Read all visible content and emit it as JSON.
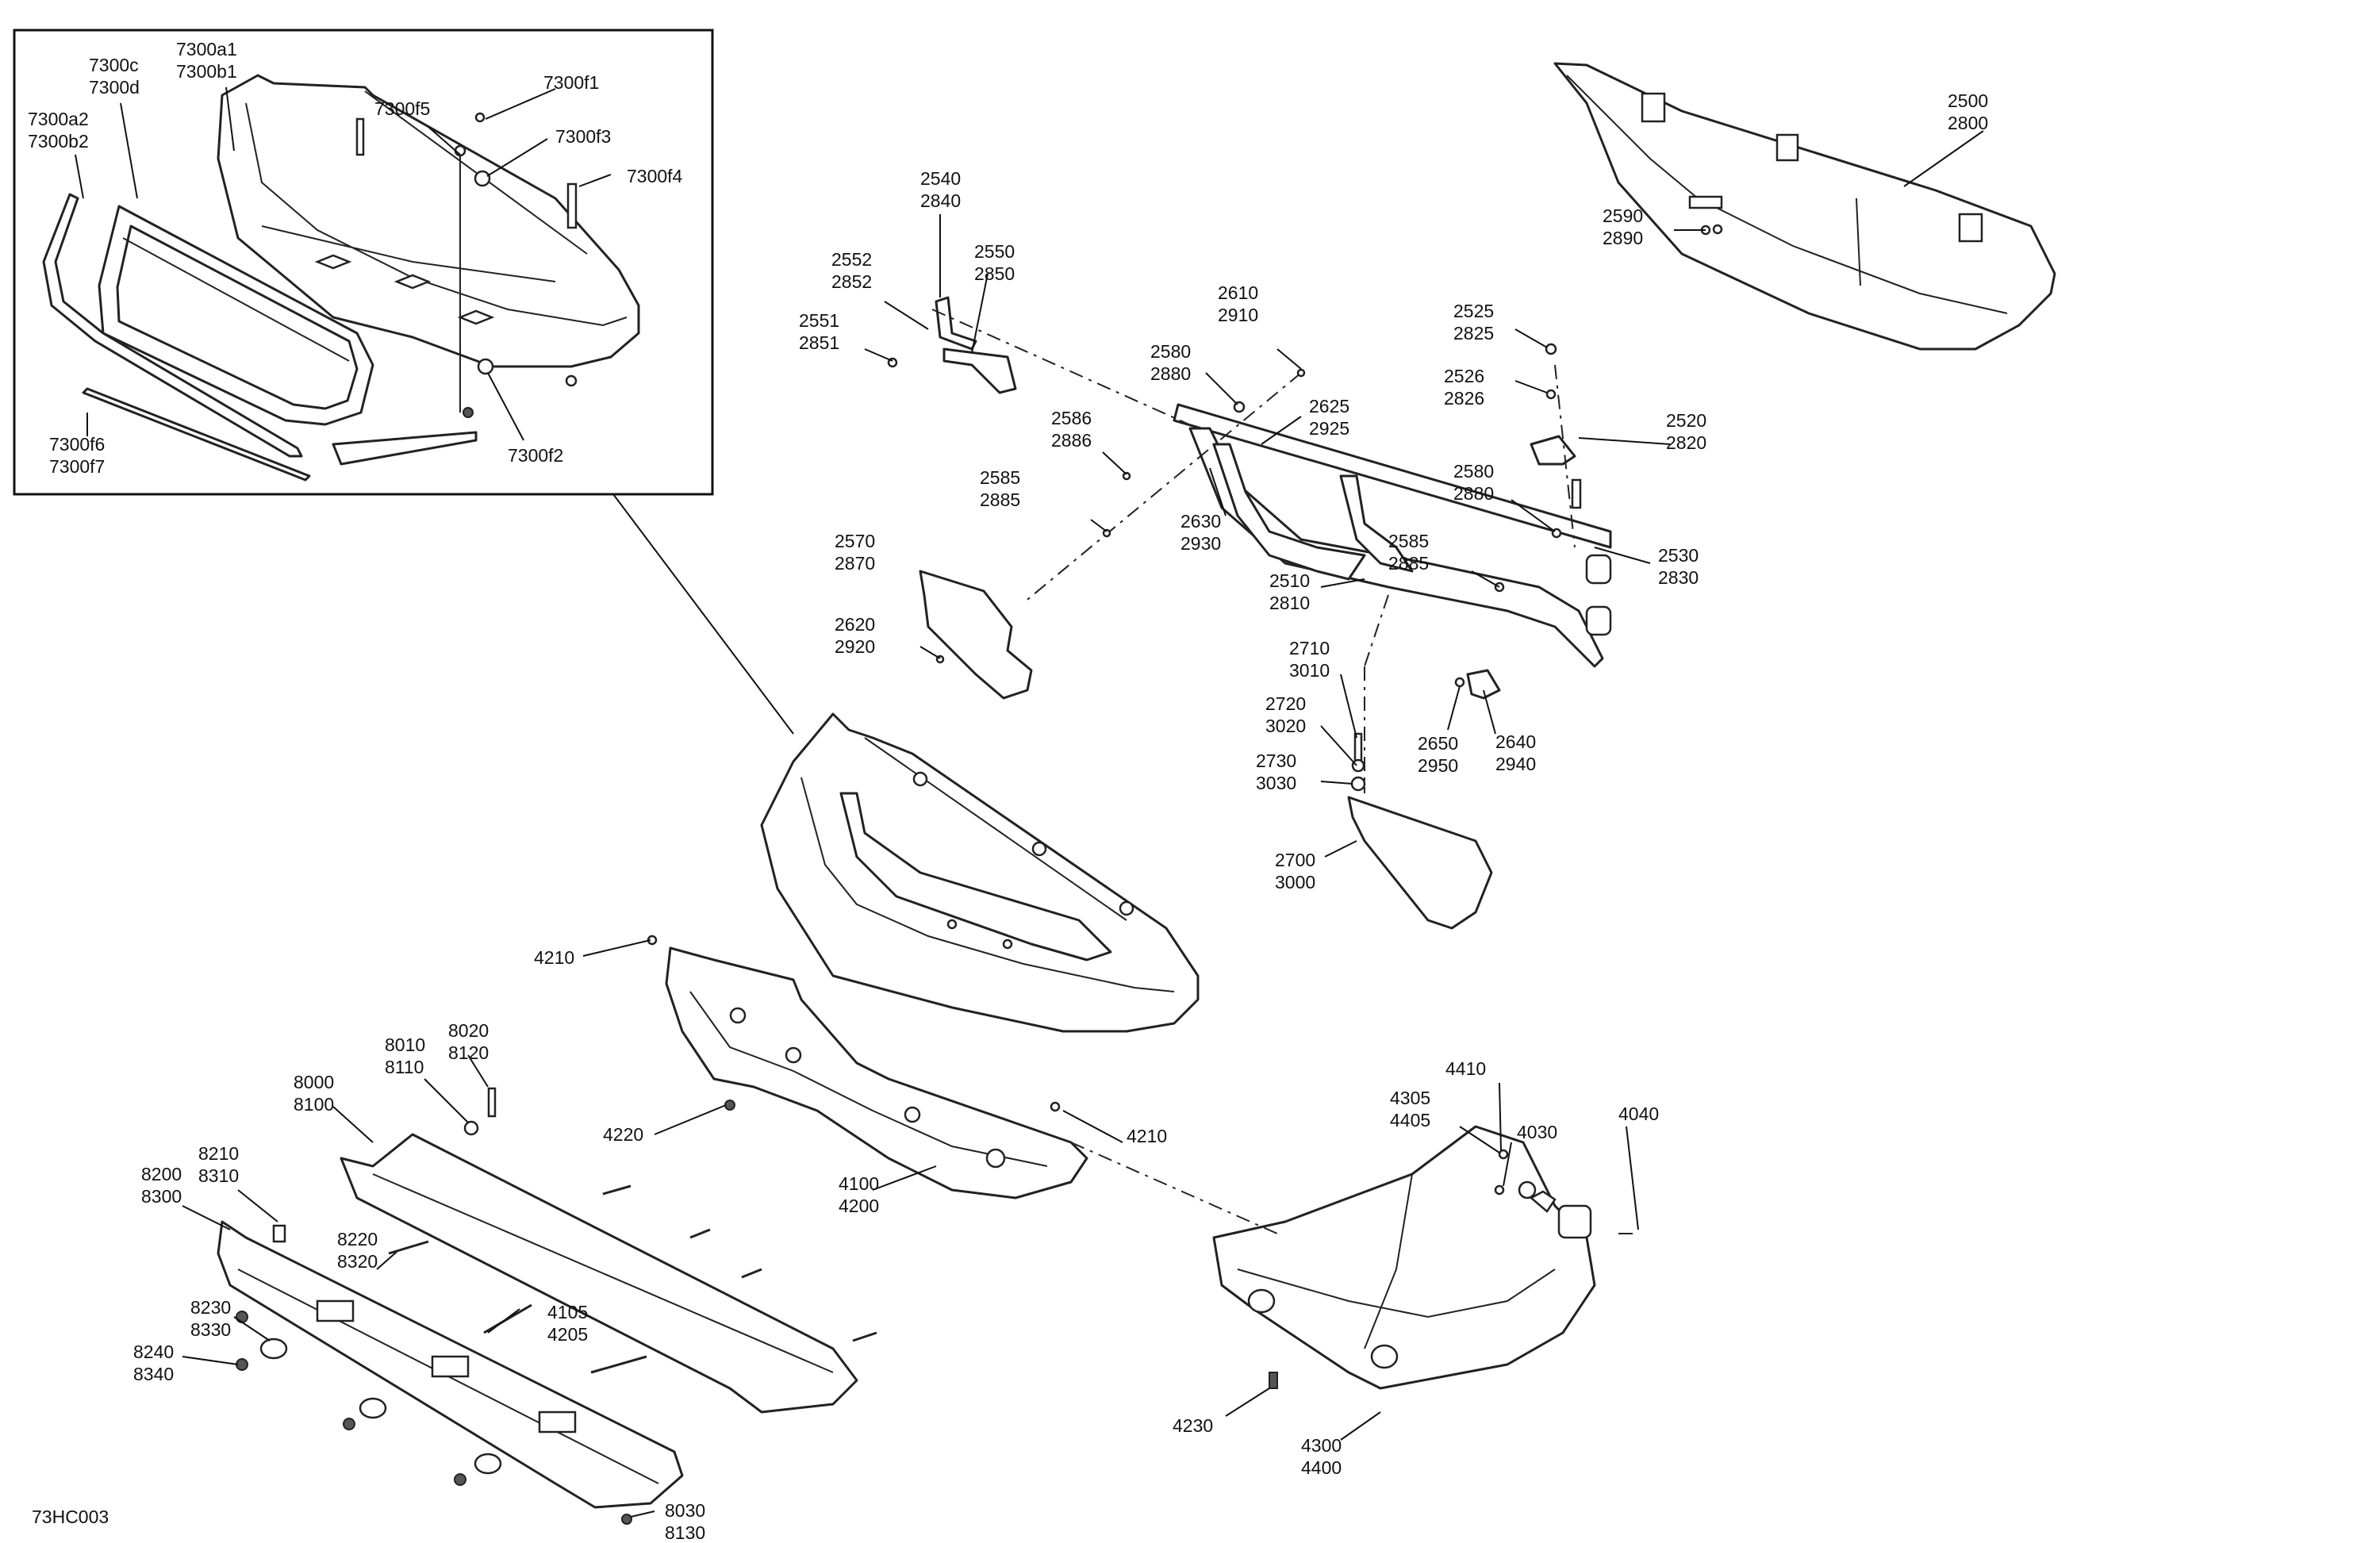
{
  "drawing_code": "73HC003",
  "labels": {
    "l7300c": [
      "7300c",
      "7300d"
    ],
    "l7300a1": [
      "7300a1",
      "7300b1"
    ],
    "l7300a2": [
      "7300a2",
      "7300b2"
    ],
    "l7300f5": [
      "7300f5"
    ],
    "l7300f1": [
      "7300f1"
    ],
    "l7300f3": [
      "7300f3"
    ],
    "l7300f4": [
      "7300f4"
    ],
    "l7300f6": [
      "7300f6",
      "7300f7"
    ],
    "l7300f2": [
      "7300f2"
    ],
    "l2540": [
      "2540",
      "2840"
    ],
    "l2552": [
      "2552",
      "2852"
    ],
    "l2550": [
      "2550",
      "2850"
    ],
    "l2551": [
      "2551",
      "2851"
    ],
    "l2610": [
      "2610",
      "2910"
    ],
    "l2580a": [
      "2580",
      "2880"
    ],
    "l2586": [
      "2586",
      "2886"
    ],
    "l2625": [
      "2625",
      "2925"
    ],
    "l2585a": [
      "2585",
      "2885"
    ],
    "l2630": [
      "2630",
      "2930"
    ],
    "l2570": [
      "2570",
      "2870"
    ],
    "l2620": [
      "2620",
      "2920"
    ],
    "l2500": [
      "2500",
      "2800"
    ],
    "l2590": [
      "2590",
      "2890"
    ],
    "l2525": [
      "2525",
      "2825"
    ],
    "l2526": [
      "2526",
      "2826"
    ],
    "l2520": [
      "2520",
      "2820"
    ],
    "l2580b": [
      "2580",
      "2880"
    ],
    "l2530": [
      "2530",
      "2830"
    ],
    "l2585b": [
      "2585",
      "2885"
    ],
    "l2510": [
      "2510",
      "2810"
    ],
    "l2710": [
      "2710",
      "3010"
    ],
    "l2720": [
      "2720",
      "3020"
    ],
    "l2730": [
      "2730",
      "3030"
    ],
    "l2650": [
      "2650",
      "2950"
    ],
    "l2640": [
      "2640",
      "2940"
    ],
    "l2700": [
      "2700",
      "3000"
    ],
    "l4210a": [
      "4210"
    ],
    "l4220": [
      "4220"
    ],
    "l4210b": [
      "4210"
    ],
    "l4100": [
      "4100",
      "4200"
    ],
    "l8010": [
      "8010",
      "8110"
    ],
    "l8020": [
      "8020",
      "8120"
    ],
    "l8000": [
      "8000",
      "8100"
    ],
    "l8210": [
      "8210",
      "8310"
    ],
    "l8200": [
      "8200",
      "8300"
    ],
    "l8220": [
      "8220",
      "8320"
    ],
    "l8230": [
      "8230",
      "8330"
    ],
    "l8240": [
      "8240",
      "8340"
    ],
    "l4105": [
      "4105",
      "4205"
    ],
    "l8030": [
      "8030",
      "8130"
    ],
    "l4410": [
      "4410"
    ],
    "l4305": [
      "4305",
      "4405"
    ],
    "l4030": [
      "4030"
    ],
    "l4040": [
      "4040"
    ],
    "l4230": [
      "4230"
    ],
    "l4300": [
      "4300",
      "4400"
    ]
  }
}
